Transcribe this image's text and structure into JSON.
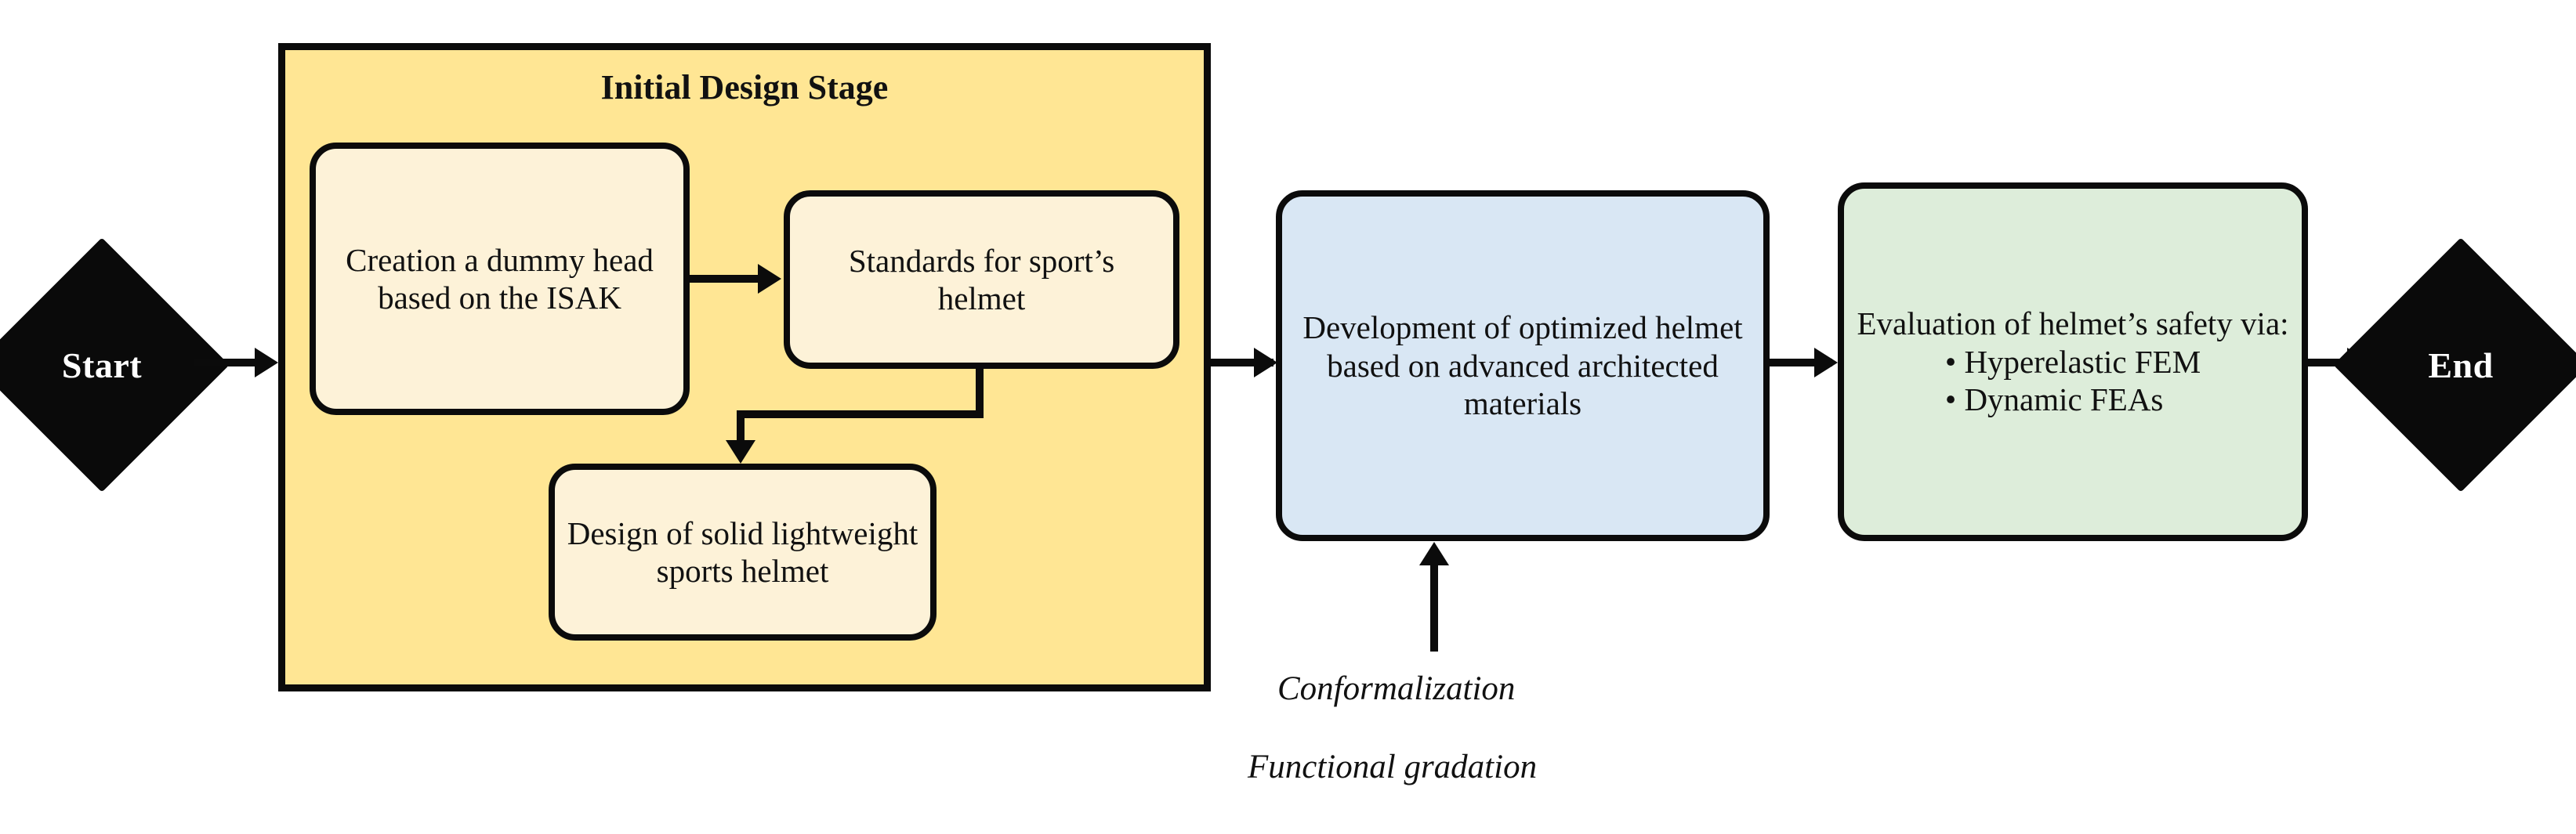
{
  "diagram": {
    "title": "Helmet design and evaluation workflow",
    "type": "flowchart",
    "colors": {
      "group_fill": "#ffe694",
      "inner_fill": "#fdf2d8",
      "development_fill": "#d9e7f4",
      "evaluation_fill": "#ddedda",
      "stroke": "#0b0b0b",
      "terminator_fill": "#0a0a0a",
      "terminator_text": "#ffffff",
      "background": "#ffffff"
    }
  },
  "terminators": {
    "start": "Start",
    "end": "End"
  },
  "group": {
    "title": "Initial Design Stage"
  },
  "nodes": {
    "creation_dummy_head": "Creation a dummy head based on the ISAK",
    "standards": "Standards for sport’s helmet",
    "solid_helmet": "Design of solid lightweight sports helmet",
    "development": "Development of optimized helmet based on advanced architected materials",
    "evaluation_heading": "Evaluation of helmet’s safety via:",
    "evaluation_bullets": [
      "Hyperelastic FEM",
      "Dynamic FEAs"
    ]
  },
  "annotations": {
    "line1": "Conformalization",
    "line2": "Functional gradation"
  }
}
